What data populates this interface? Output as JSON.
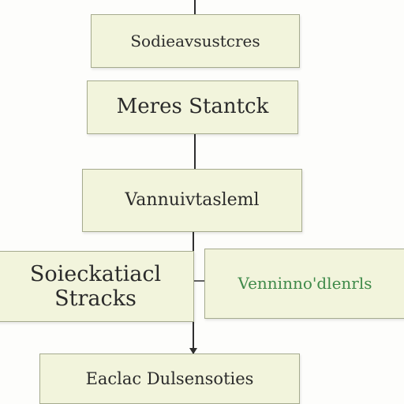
{
  "diagram": {
    "nodes": [
      {
        "id": "n1",
        "lines": [
          "Sodieavsustcres"
        ]
      },
      {
        "id": "n2",
        "lines": [
          "Meres Stantck"
        ]
      },
      {
        "id": "n3",
        "lines": [
          "Vannuivtasleml"
        ]
      },
      {
        "id": "n4",
        "lines": [
          "Soieckatiacl",
          "Stracks"
        ]
      },
      {
        "id": "n5",
        "lines": [
          "Venninno'dlenrls"
        ],
        "text_color": "#3f8a4a"
      },
      {
        "id": "n6",
        "lines": [
          "Eaclac Dulsensoties"
        ]
      }
    ],
    "edges": [
      {
        "from": "top",
        "to": "n1"
      },
      {
        "from": "n2",
        "to": "n3"
      },
      {
        "from": "n3",
        "to": "n6"
      },
      {
        "from": "n4",
        "to": "n5"
      }
    ],
    "colors": {
      "box_fill": "#f2f4dc",
      "box_border": "#a6ab8e",
      "line": "#2f2f2f",
      "text": "#2b2b2b",
      "accent_text": "#3f8a4a"
    }
  }
}
